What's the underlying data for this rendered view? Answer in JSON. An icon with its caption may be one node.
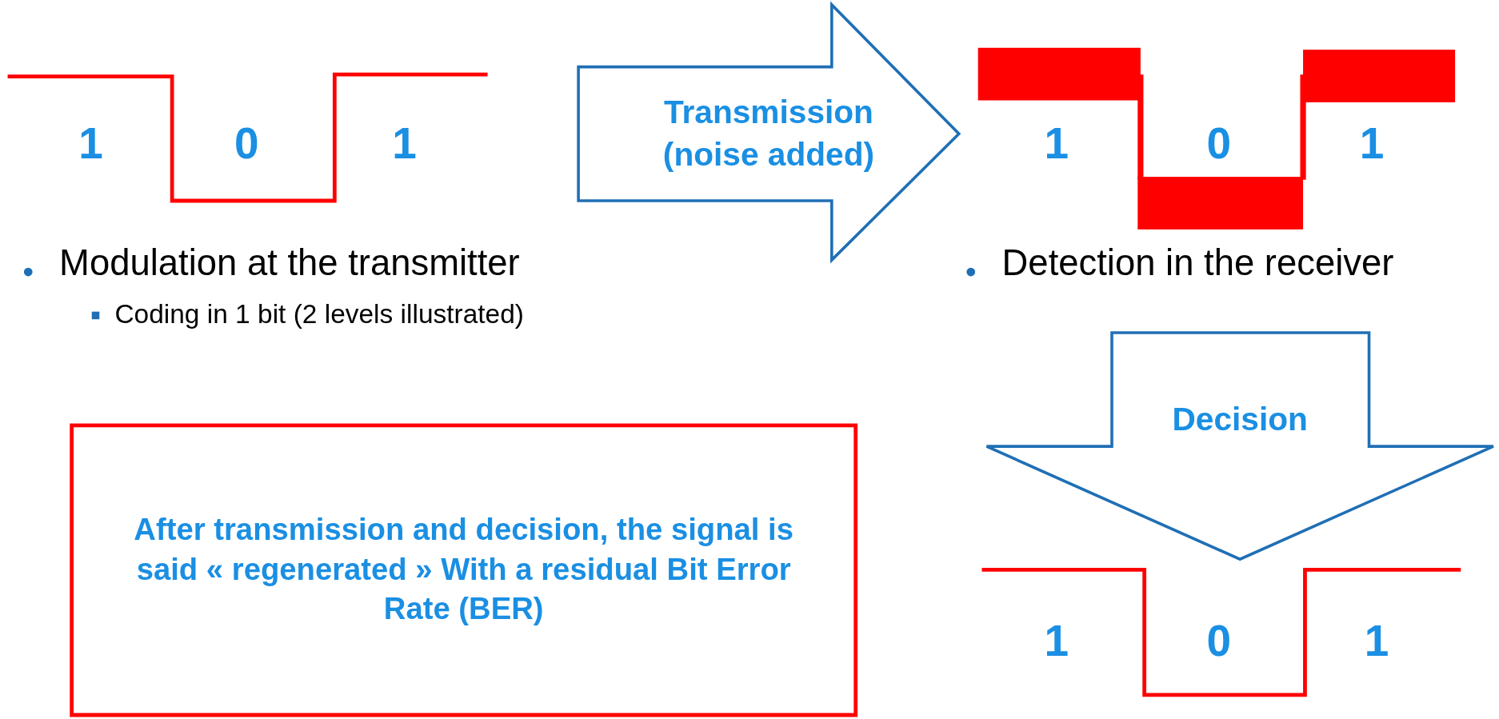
{
  "diagram": {
    "nodes": [
      {
        "text": [
          "Transmission (noise added)"
        ]
      },
      {
        "text": [
          "Decision"
        ]
      },
      {
        "text": [
          "After transmission and decision, the signal is said « regenerated » With a residual Bit Error Rate (BER)"
        ]
      }
    ],
    "labels": [
      "1",
      "0",
      "1",
      "1",
      "0",
      "1",
      "Modulation at the transmitter",
      "Detection in the receiver",
      "Coding in 1 bit (2 levels illustrated)",
      "1",
      "0",
      "1"
    ]
  }
}
